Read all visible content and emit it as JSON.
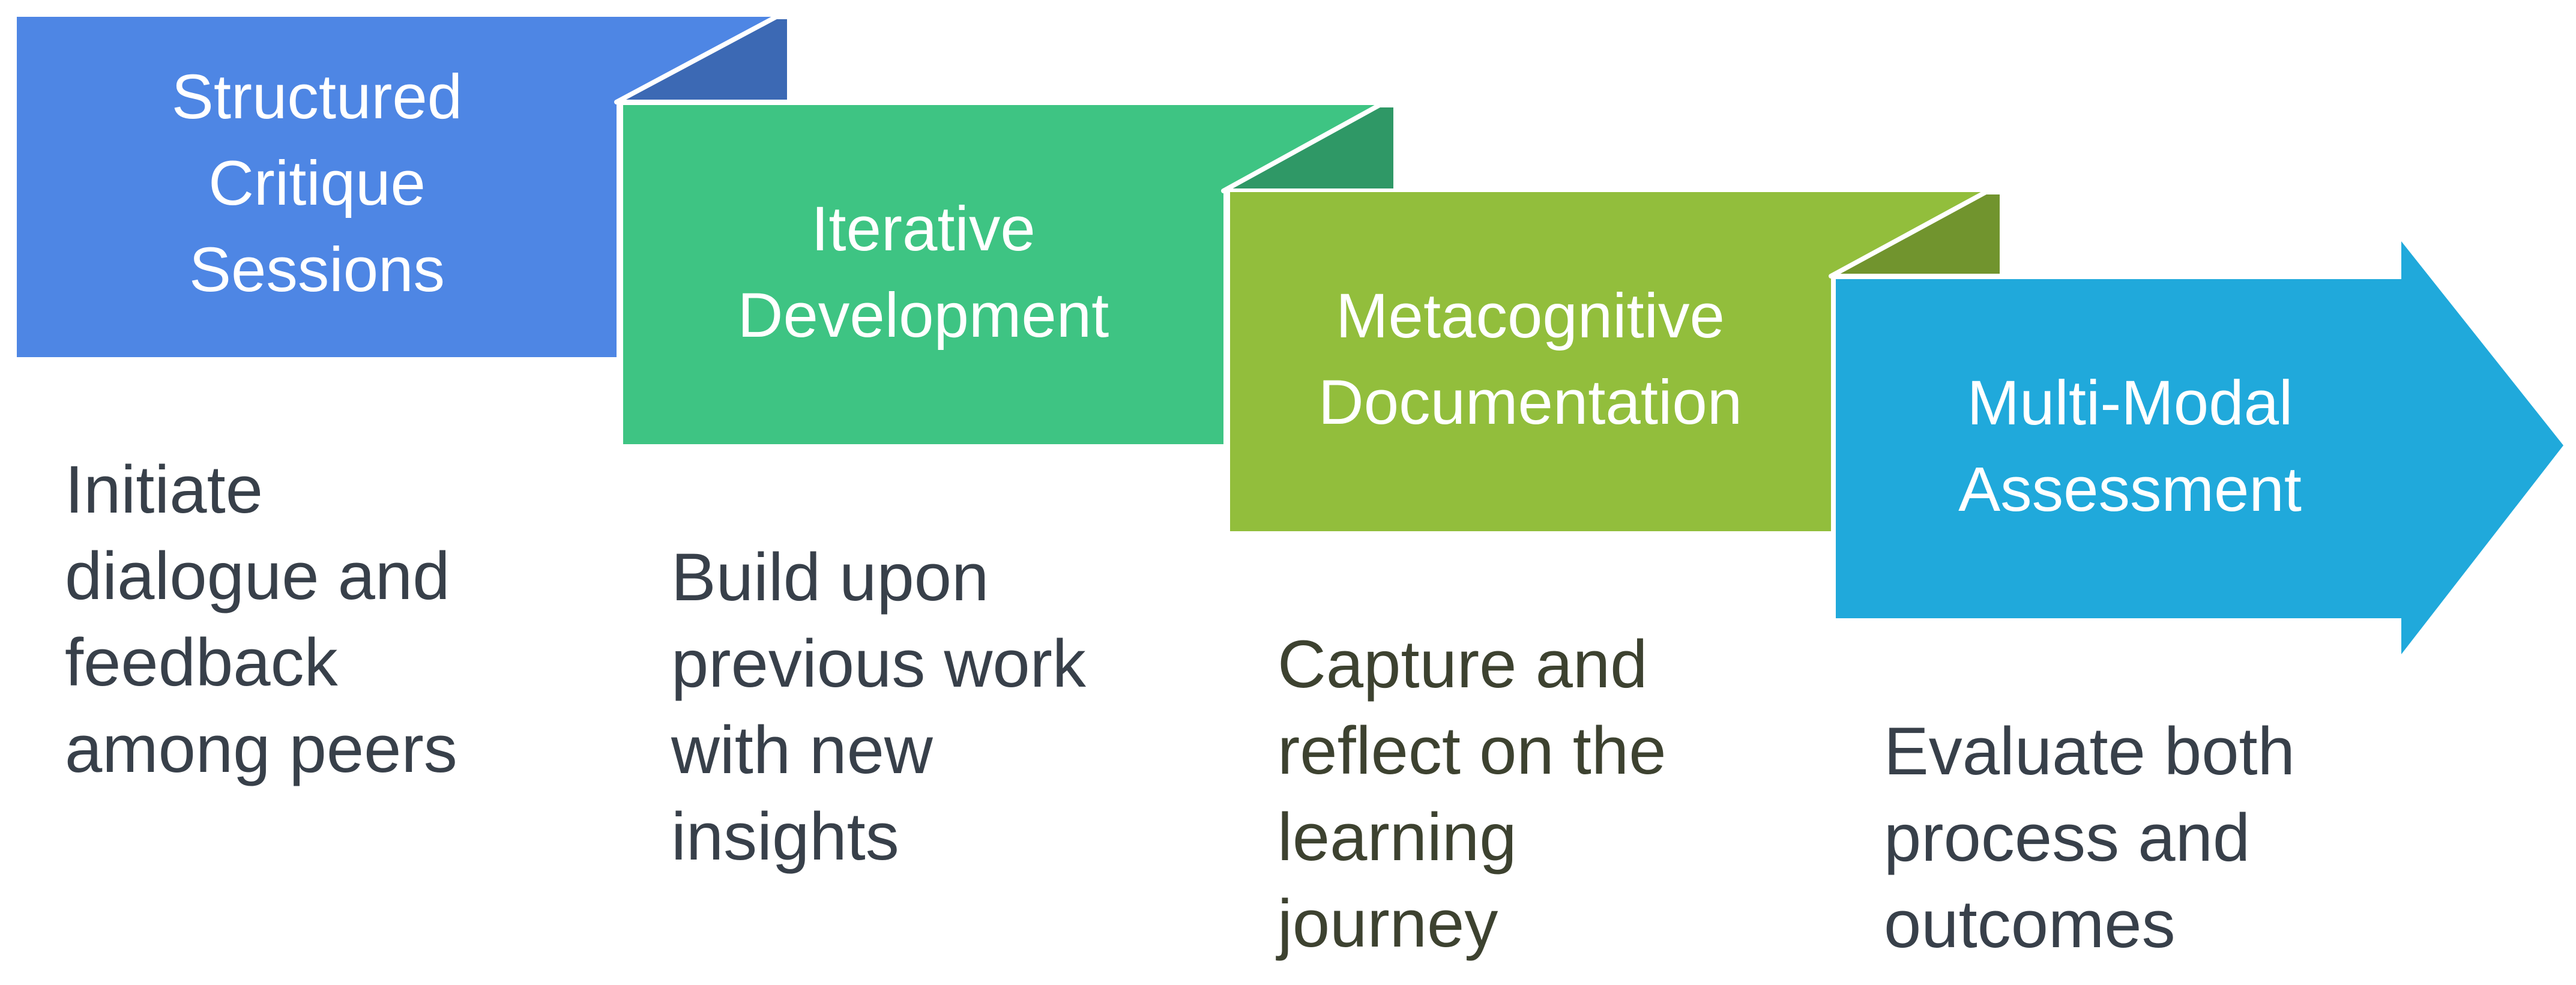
{
  "steps": [
    {
      "title": [
        "Structured",
        "Critique",
        "Sessions"
      ],
      "description": [
        "Initiate",
        "dialogue and",
        "feedback",
        "among peers"
      ],
      "color": "#4E86E4",
      "fold_color": "#3C69B4"
    },
    {
      "title": [
        "Iterative",
        "Development"
      ],
      "description": [
        "Build upon",
        "previous work",
        "with new",
        "insights"
      ],
      "color": "#3EC483",
      "fold_color": "#2F9866"
    },
    {
      "title": [
        "Metacognitive",
        "Documentation"
      ],
      "description": [
        "Capture and",
        "reflect on the",
        "learning",
        "journey"
      ],
      "color": "#92BE3C",
      "fold_color": "#71942E"
    },
    {
      "title": [
        "Multi-Modal",
        "Assessment"
      ],
      "description": [
        "Evaluate both",
        "process and",
        "outcomes"
      ],
      "color": "#20A9DB",
      "fold_color": "#1984AB"
    }
  ],
  "text_colors": {
    "title": "#FFFFFF",
    "description_dark": "#38404A",
    "description_olive": "#3D4230"
  }
}
